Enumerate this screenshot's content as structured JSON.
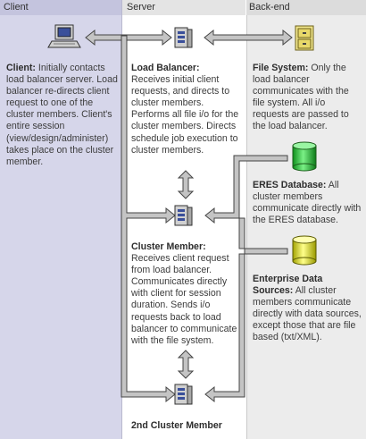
{
  "columns": {
    "client": "Client",
    "server": "Server",
    "backend": "Back-end"
  },
  "client": {
    "title": "Client:",
    "text": "Initially contacts load balancer server. Load balancer re-directs client request to one of the cluster members. Client's entire session (view/design/administer) takes place on the cluster member."
  },
  "load_balancer": {
    "title": "Load Balancer:",
    "text": "Receives initial client requests, and directs to cluster members. Performs all file i/o for the cluster members. Directs schedule job execution to cluster members."
  },
  "cluster_member": {
    "title": "Cluster Member:",
    "text": "Receives client request from load balancer. Communicates directly with client for session duration.  Sends i/o requests back to load balancer to communicate with the file system."
  },
  "second_cluster_member": {
    "label": "2nd Cluster Member"
  },
  "file_system": {
    "title": "File System:",
    "text": "Only the load balancer communicates with the file system.  All i/o requests are passed to the load balancer."
  },
  "eres_database": {
    "title": "ERES Database:",
    "text": "All cluster members communicate directly with the ERES database."
  },
  "enterprise_data_sources": {
    "title": "Enterprise Data Sources:",
    "text": "All cluster members communicate directly with data sources, except those that are file based (txt/XML)."
  },
  "colors": {
    "arrow_fill": "#c4c4c4",
    "arrow_stroke": "#444444",
    "eres_cylinder": "#22cc33",
    "data_source_cylinder": "#eeee11",
    "file_cabinet": "#f0e68c"
  },
  "icons": [
    "computer-icon",
    "server-icon",
    "file-cabinet-icon",
    "database-icon"
  ]
}
